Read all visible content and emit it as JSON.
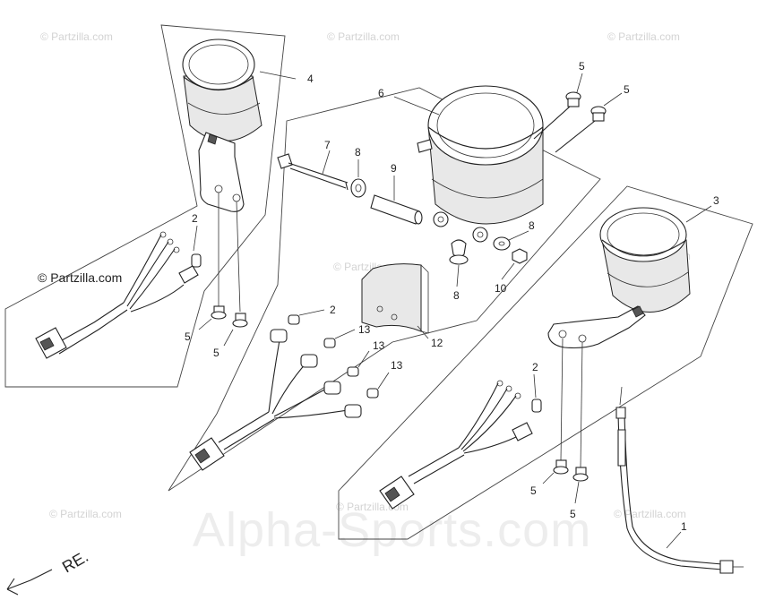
{
  "watermarks": {
    "partzilla": "© Partzilla.com",
    "alpha": "Alpha-Sports.com"
  },
  "credit_label": "© Partzilla.com",
  "direction_label": "RE.",
  "callouts": {
    "c1": "1",
    "c2a": "2",
    "c2b": "2",
    "c2c": "2",
    "c3": "3",
    "c4": "4",
    "c5a": "5",
    "c5b": "5",
    "c5c": "5",
    "c5d": "5",
    "c5e": "5",
    "c5f": "5",
    "c6": "6",
    "c7": "7",
    "c8a": "8",
    "c8b": "8",
    "c8c": "8",
    "c9": "9",
    "c10": "10",
    "c12": "12",
    "c13a": "13",
    "c13b": "13",
    "c13c": "13"
  }
}
